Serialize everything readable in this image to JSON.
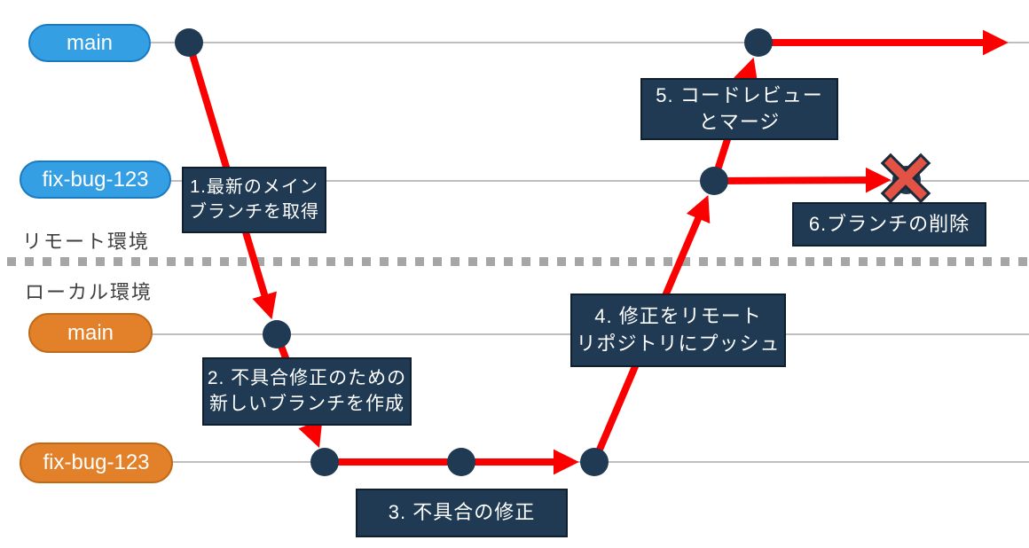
{
  "diagram": {
    "title_hint": "git-branch-workflow",
    "environments": {
      "remote": {
        "label": "リモート環境"
      },
      "local": {
        "label": "ローカル環境"
      }
    },
    "branches": {
      "remote_main": {
        "label": "main"
      },
      "remote_fix": {
        "label": "fix-bug-123"
      },
      "local_main": {
        "label": "main"
      },
      "local_fix": {
        "label": "fix-bug-123"
      }
    },
    "steps": [
      {
        "label": "1.最新のメイン\nブランチを取得"
      },
      {
        "label": "2. 不具合修正のための\n新しいブランチを作成"
      },
      {
        "label": "3. 不具合の修正"
      },
      {
        "label": "4. 修正をリモート\nリポジトリにプッシュ"
      },
      {
        "label": "5. コードレビュー\nとマージ"
      },
      {
        "label": "6.ブランチの削除"
      }
    ],
    "colors": {
      "remote_branch_pill": "#349FE3",
      "remote_branch_pill_border": "#1A7AC2",
      "local_branch_pill": "#E2812A",
      "local_branch_pill_border": "#BE6A1A",
      "step_box": "#1F3A52",
      "step_box_border": "#101F2E",
      "commit_dot": "#1F3A52",
      "arrow": "#FB0000",
      "branch_line": "#A8A8A8",
      "divider": "#A6A6A6",
      "delete_x": "#E25245",
      "delete_x_outline": "#1C2B3A"
    }
  }
}
